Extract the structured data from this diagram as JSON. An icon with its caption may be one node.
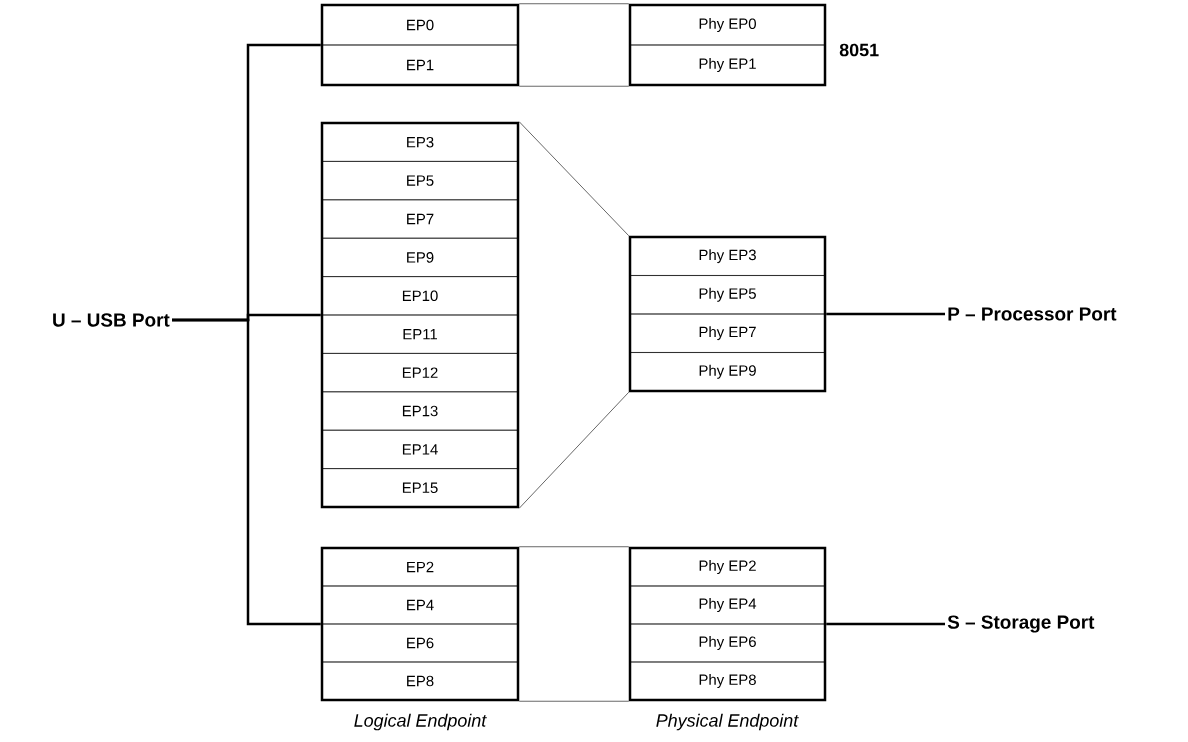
{
  "diagram": {
    "nodes": [
      {
        "text": [],
        "shape": "box"
      },
      {
        "text": [
          "EP0"
        ],
        "in": 0
      },
      {
        "text": [
          "EP1"
        ],
        "in": 0
      },
      {
        "text": [],
        "shape": "box"
      },
      {
        "text": [
          "Phy EP0"
        ],
        "in": 3
      },
      {
        "text": [
          "Phy EP1"
        ],
        "in": 3
      },
      {
        "text": [
          "U – USB Port"
        ]
      },
      {
        "text": [],
        "shape": "box"
      },
      {
        "text": [
          "EP3"
        ],
        "in": 7
      },
      {
        "text": [
          "EP5"
        ],
        "in": 7
      },
      {
        "text": [
          "EP7"
        ],
        "in": 7
      },
      {
        "text": [
          "EP9"
        ],
        "in": 7
      },
      {
        "text": [
          "EP10"
        ],
        "in": 7
      },
      {
        "text": [
          "EP11"
        ],
        "in": 7
      },
      {
        "text": [
          "EP12"
        ],
        "in": 7
      },
      {
        "text": [
          "EP13"
        ],
        "in": 7
      },
      {
        "text": [
          "EP14"
        ],
        "in": 7
      },
      {
        "text": [
          "EP15"
        ],
        "in": 7
      },
      {
        "text": [],
        "shape": "box"
      },
      {
        "text": [
          "Phy EP3"
        ],
        "in": 18
      },
      {
        "text": [
          "Phy EP5"
        ],
        "in": 18
      },
      {
        "text": [
          "Phy EP7"
        ],
        "in": 18
      },
      {
        "text": [
          "Phy EP9"
        ],
        "in": 18
      },
      {
        "text": [
          "P – Processor Port"
        ]
      },
      {
        "text": [],
        "shape": "box"
      },
      {
        "text": [
          "EP2"
        ],
        "in": 24
      },
      {
        "text": [
          "EP4"
        ],
        "in": 24
      },
      {
        "text": [
          "EP6"
        ],
        "in": 24
      },
      {
        "text": [
          "EP8"
        ],
        "in": 24
      },
      {
        "text": [],
        "shape": "box"
      },
      {
        "text": [
          "Phy EP2"
        ],
        "in": 29
      },
      {
        "text": [
          "Phy EP4"
        ],
        "in": 29
      },
      {
        "text": [
          "Phy EP6"
        ],
        "in": 29
      },
      {
        "text": [
          "Phy EP8"
        ],
        "in": 29
      },
      {
        "text": [
          "S – Storage Port"
        ]
      }
    ],
    "edges": [
      {
        "from": 6,
        "to": 0,
        "arrow": "none",
        "style": "thick"
      },
      {
        "from": 6,
        "to": 7,
        "arrow": "none",
        "style": "thick"
      },
      {
        "from": 6,
        "to": 24,
        "arrow": "none",
        "style": "thick"
      },
      {
        "from": 0,
        "to": 3,
        "arrow": "none"
      },
      {
        "from": 0,
        "to": 3,
        "arrow": "none"
      },
      {
        "from": 7,
        "to": 18,
        "arrow": "none"
      },
      {
        "from": 7,
        "to": 18,
        "arrow": "none"
      },
      {
        "from": 24,
        "to": 29,
        "arrow": "none"
      },
      {
        "from": 24,
        "to": 29,
        "arrow": "none"
      },
      {
        "from": 18,
        "to": 23,
        "arrow": "none",
        "style": "thick"
      },
      {
        "from": 29,
        "to": 34,
        "arrow": "none",
        "style": "thick"
      }
    ],
    "labels": [
      "8051",
      "Logical Endpoint",
      "Physical Endpoint"
    ]
  }
}
